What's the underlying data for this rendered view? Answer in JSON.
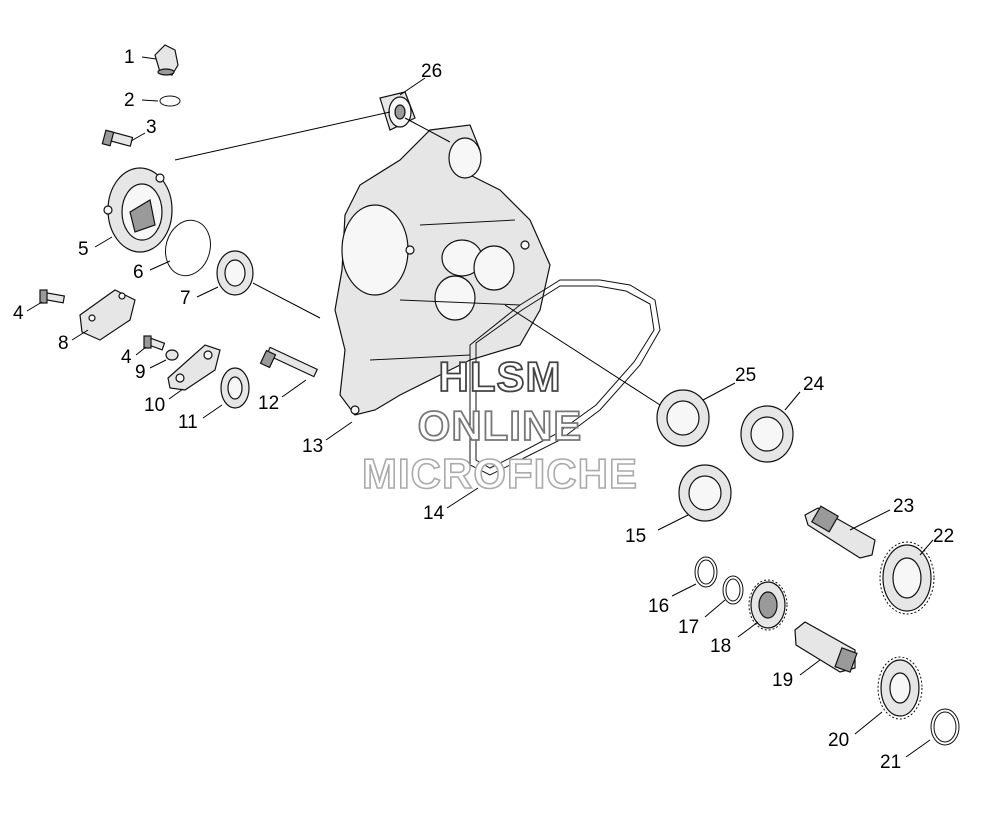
{
  "watermark": {
    "line1": "HLSM",
    "line2": "ONLINE",
    "line3": "MICROFICHE"
  },
  "callouts": [
    "1",
    "2",
    "3",
    "4",
    "5",
    "6",
    "7",
    "8",
    "4",
    "9",
    "10",
    "11",
    "12",
    "13",
    "14",
    "15",
    "16",
    "17",
    "18",
    "19",
    "20",
    "21",
    "22",
    "23",
    "24",
    "25",
    "26"
  ]
}
